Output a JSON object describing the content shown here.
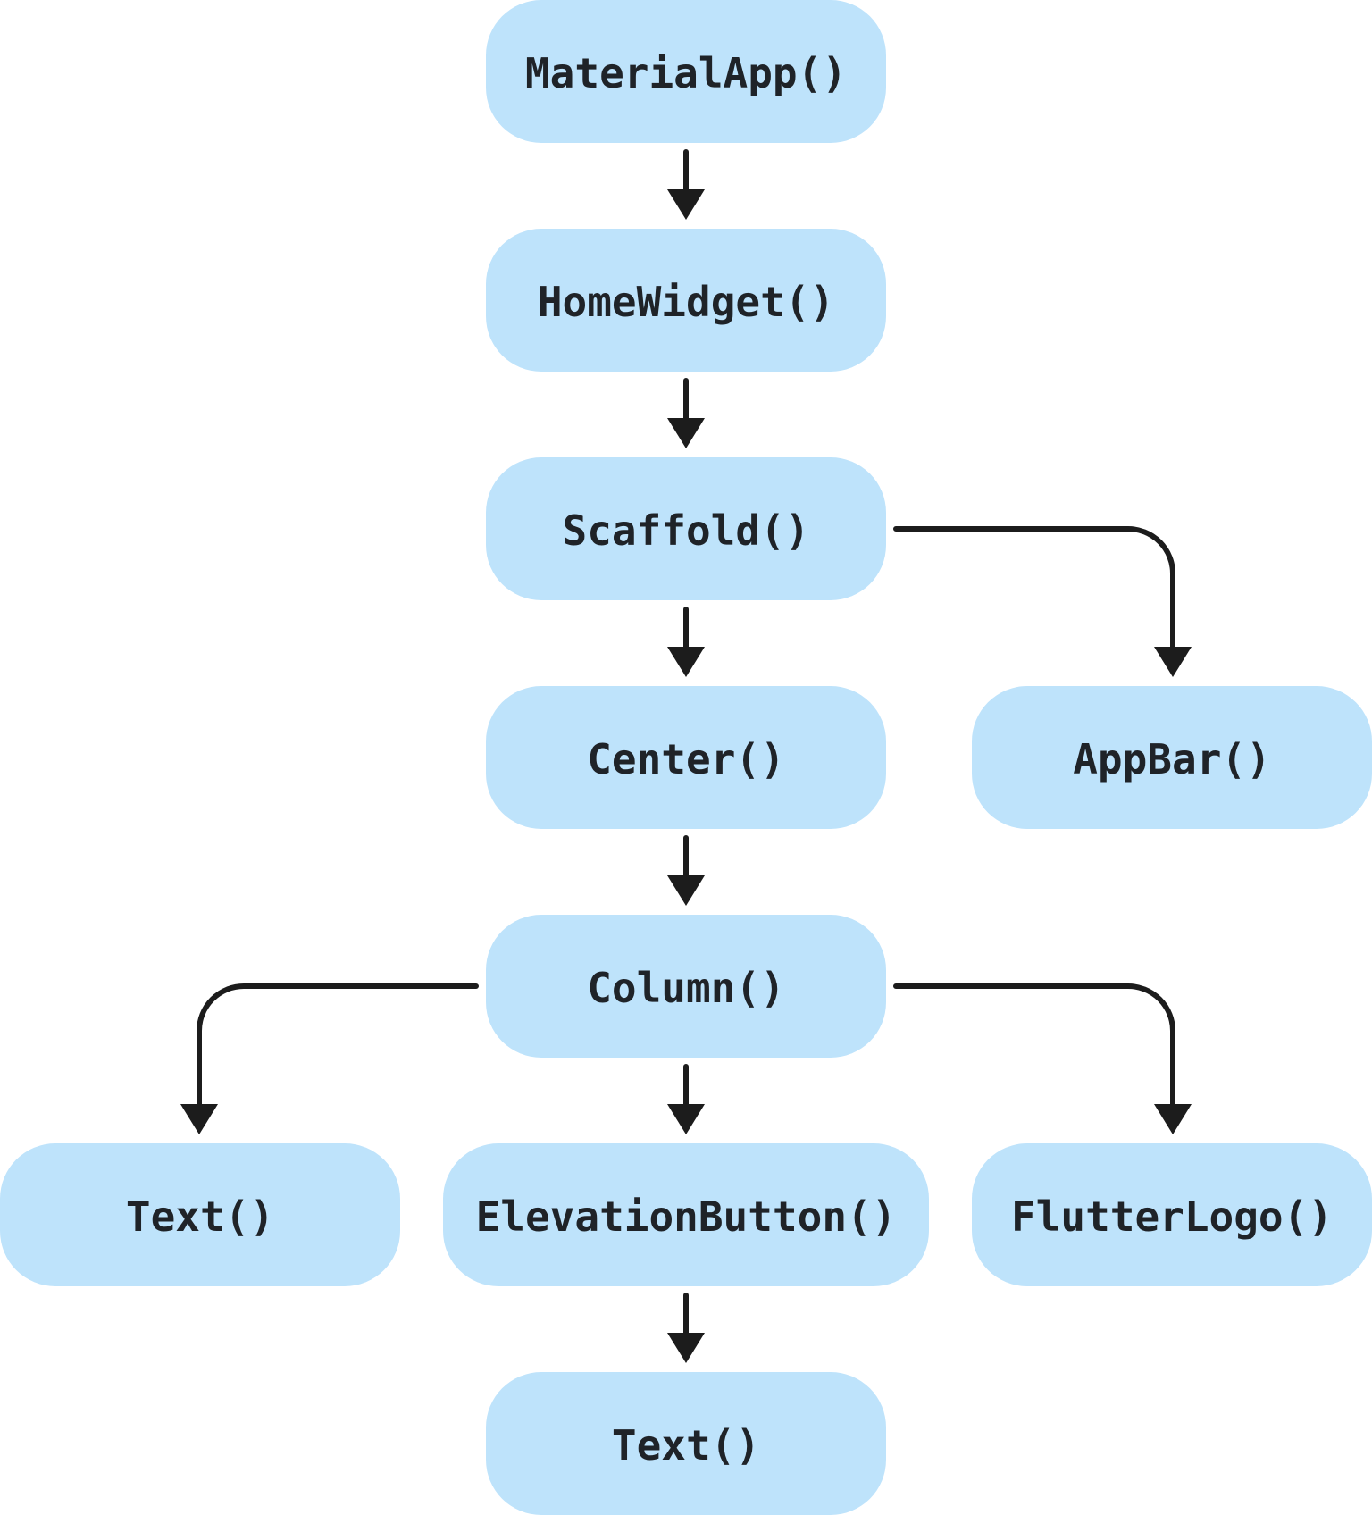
{
  "diagram": {
    "nodes": {
      "materialapp": "MaterialApp()",
      "homewidget": "HomeWidget()",
      "scaffold": "Scaffold()",
      "center": "Center()",
      "appbar": "AppBar()",
      "column": "Column()",
      "text_left": "Text()",
      "elevation_button": "ElevationButton()",
      "flutter_logo": "FlutterLogo()",
      "text_bottom": "Text()"
    },
    "edges": [
      {
        "from": "materialapp",
        "to": "homewidget"
      },
      {
        "from": "homewidget",
        "to": "scaffold"
      },
      {
        "from": "scaffold",
        "to": "center"
      },
      {
        "from": "scaffold",
        "to": "appbar"
      },
      {
        "from": "center",
        "to": "column"
      },
      {
        "from": "column",
        "to": "text_left"
      },
      {
        "from": "column",
        "to": "elevation_button"
      },
      {
        "from": "column",
        "to": "flutter_logo"
      },
      {
        "from": "elevation_button",
        "to": "text_bottom"
      }
    ],
    "colors": {
      "node_fill": "#bee3fb",
      "node_text": "#1f2328",
      "edge": "#1c1c1c"
    }
  }
}
